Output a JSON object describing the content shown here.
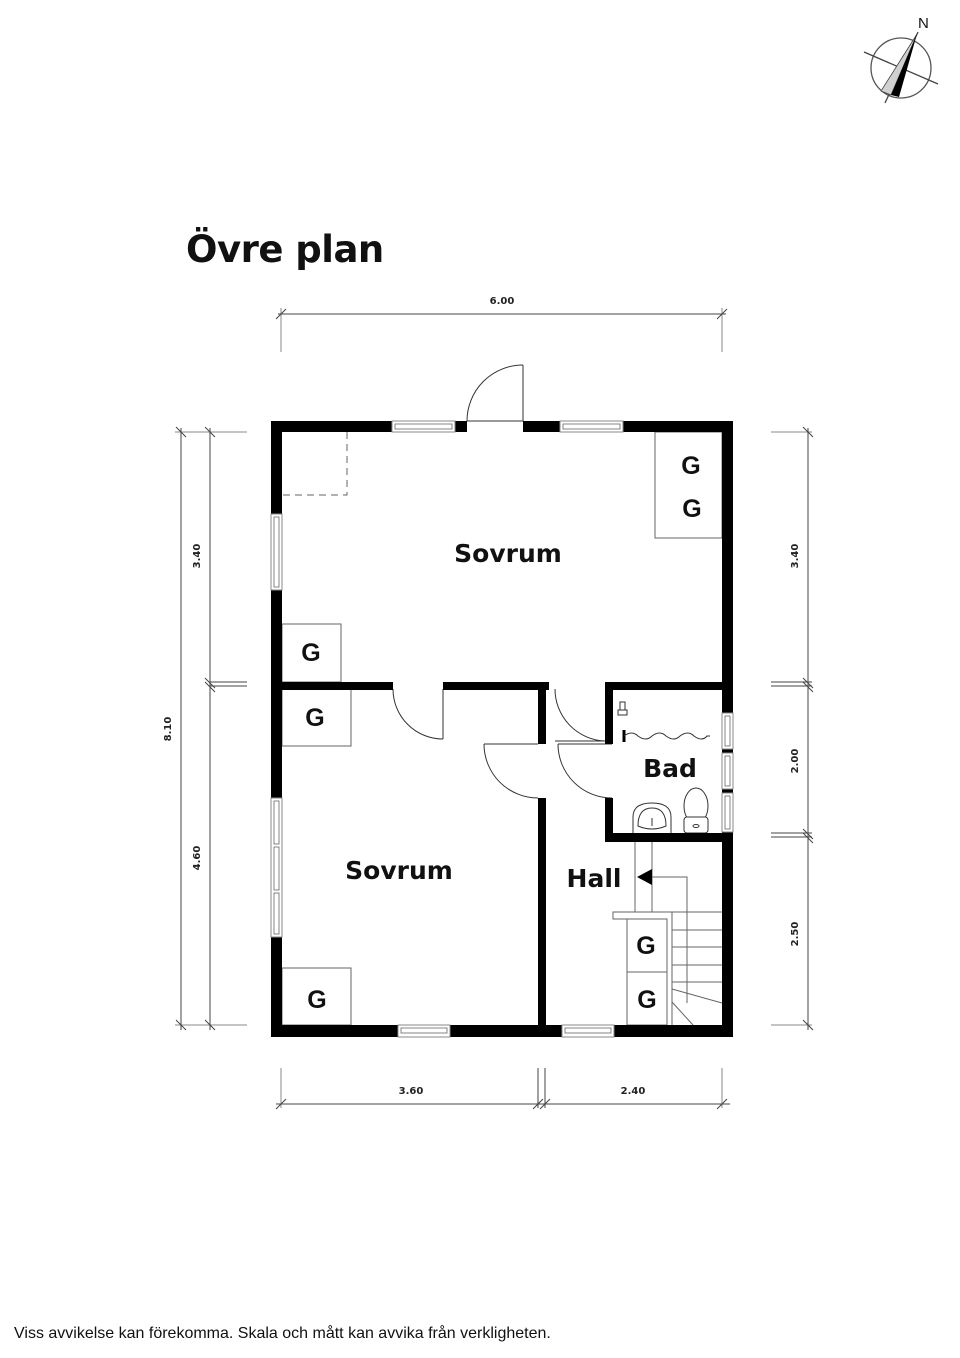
{
  "title": "Övre plan",
  "disclaimer": "Viss avvikelse kan förekomma. Skala och mått kan avvika från verkligheten.",
  "compass": {
    "label": "N",
    "icon": "north-arrow-icon"
  },
  "rooms": [
    {
      "id": "sovrum-top",
      "label": "Sovrum"
    },
    {
      "id": "sovrum-bottom",
      "label": "Sovrum"
    },
    {
      "id": "bad",
      "label": "Bad"
    },
    {
      "id": "hall",
      "label": "Hall"
    }
  ],
  "wardrobes": {
    "label": "G",
    "count": 7
  },
  "dimensions": {
    "top_total": "6.00",
    "left_total": "8.10",
    "left_upper": "3.40",
    "left_lower": "4.60",
    "right_upper": "3.40",
    "right_middle": "2.00",
    "right_lower": "2.50",
    "bottom_left": "3.60",
    "bottom_right": "2.40"
  },
  "colors": {
    "wall": "#000000",
    "window_frame": "#8a8a8a",
    "thin_line": "#555555",
    "dim_line": "#444444"
  }
}
